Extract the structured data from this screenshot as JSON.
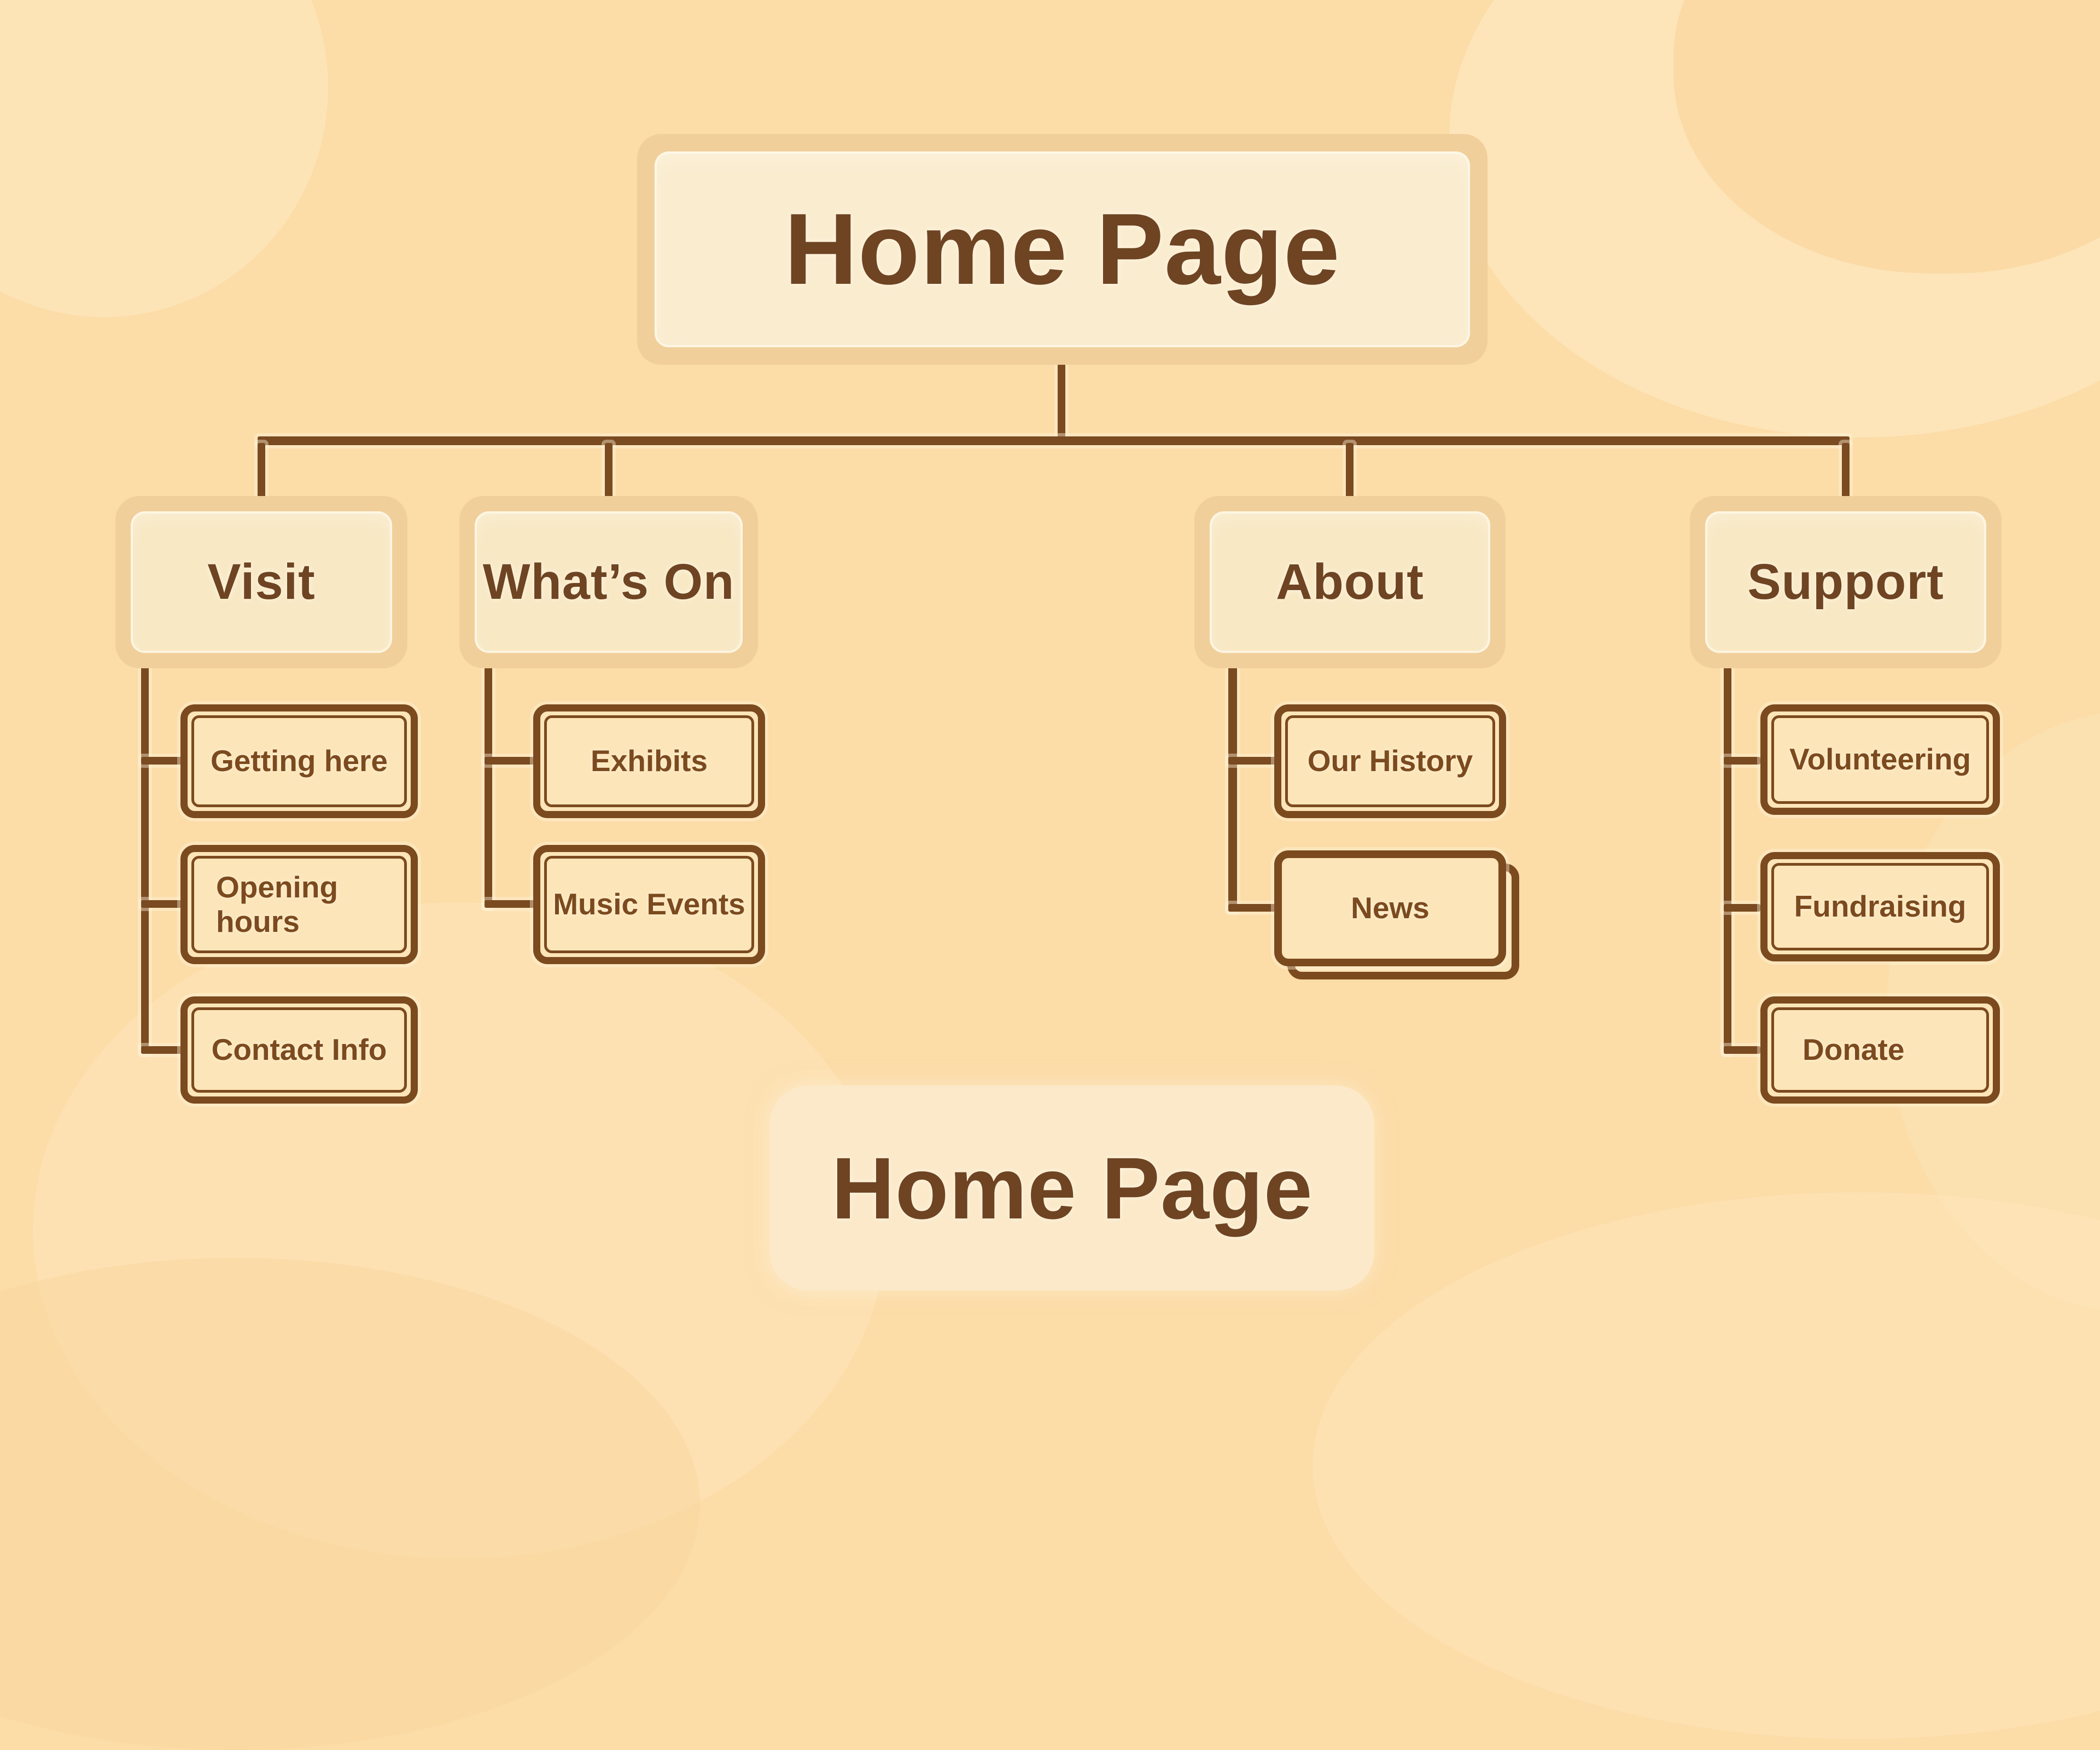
{
  "tree": {
    "root": "Home Page",
    "branches": [
      {
        "label": "Visit",
        "children": [
          "Getting here",
          "Opening hours",
          "Contact Info"
        ]
      },
      {
        "label": "What’s On",
        "children": [
          "Exhibits",
          "Music Events"
        ]
      },
      {
        "label": "About",
        "children": [
          "Our History",
          "News"
        ]
      },
      {
        "label": "Support",
        "children": [
          "Volunteering",
          "Fundraising",
          "Donate"
        ]
      }
    ],
    "footer": "Home Page"
  },
  "colors": {
    "background": "#fcdca7",
    "background_light_blob": "#fde6bc",
    "background_dark_blob": "#fad7a0",
    "frame_tan": "#f1cf9b",
    "frame_fill": "#f8e8c4",
    "root_fill": "#faeccf",
    "leaf_fill": "#fce5b8",
    "border_brown": "#7b4a1e",
    "line_brown": "#7a4a20",
    "text_brown": "#6e4423",
    "footer_fill": "#fbe9c9"
  }
}
